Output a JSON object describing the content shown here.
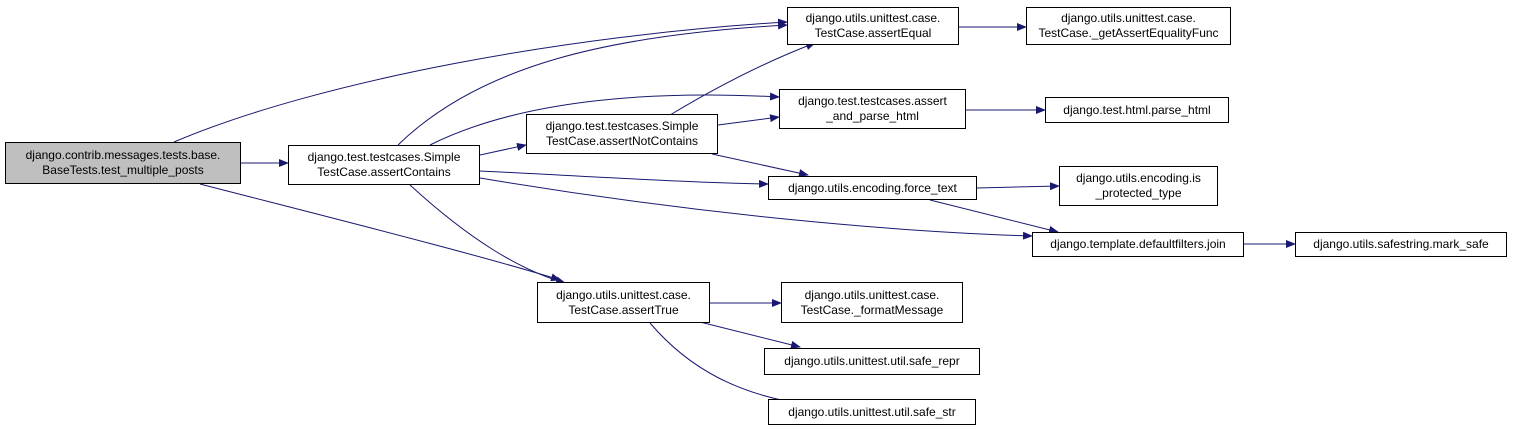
{
  "colors": {
    "edge": "#191970",
    "root_fill": "#bfbfbf",
    "node_fill": "#ffffff",
    "border": "#000000"
  },
  "nodes": {
    "test_multiple_posts": {
      "line1": "django.contrib.messages.tests.base.",
      "line2": "BaseTests.test_multiple_posts"
    },
    "assertContains": {
      "line1": "django.test.testcases.Simple",
      "line2": "TestCase.assertContains"
    },
    "assertNotContains": {
      "line1": "django.test.testcases.Simple",
      "line2": "TestCase.assertNotContains"
    },
    "assertTrue": {
      "line1": "django.utils.unittest.case.",
      "line2": "TestCase.assertTrue"
    },
    "assertEqual": {
      "line1": "django.utils.unittest.case.",
      "line2": "TestCase.assertEqual"
    },
    "assert_and_parse_html": {
      "line1": "django.test.testcases.assert",
      "line2": "_and_parse_html"
    },
    "force_text": {
      "line1": "django.utils.encoding.force_text"
    },
    "formatMessage": {
      "line1": "django.utils.unittest.case.",
      "line2": "TestCase._formatMessage"
    },
    "safe_repr": {
      "line1": "django.utils.unittest.util.safe_repr"
    },
    "safe_str": {
      "line1": "django.utils.unittest.util.safe_str"
    },
    "getAssertEqualityFunc": {
      "line1": "django.utils.unittest.case.",
      "line2": "TestCase._getAssertEqualityFunc"
    },
    "parse_html": {
      "line1": "django.test.html.parse_html"
    },
    "is_protected_type": {
      "line1": "django.utils.encoding.is",
      "line2": "_protected_type"
    },
    "join": {
      "line1": "django.template.defaultfilters.join"
    },
    "mark_safe": {
      "line1": "django.utils.safestring.mark_safe"
    }
  }
}
